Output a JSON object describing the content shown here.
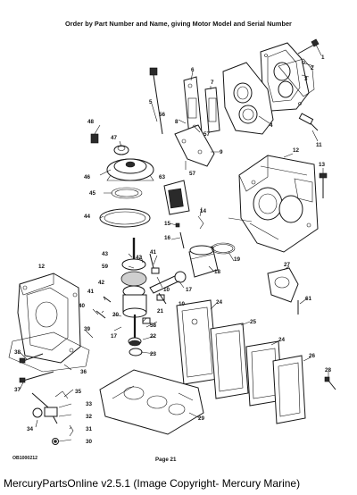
{
  "header": {
    "text": "Order by Part Number and Name, giving Motor Model and Serial Number"
  },
  "document_number": "OB1000212",
  "page_label": "Page 21",
  "footer": {
    "text": "MercuryPartsOnline v2.5.1 (Image Copyright- Mercury Marine)"
  },
  "callouts": [
    {
      "id": "c1",
      "label": "1"
    },
    {
      "id": "c2",
      "label": "2"
    },
    {
      "id": "c3",
      "label": "3"
    },
    {
      "id": "c4",
      "label": "4"
    },
    {
      "id": "c5",
      "label": "5"
    },
    {
      "id": "c6",
      "label": "6"
    },
    {
      "id": "c7",
      "label": "7"
    },
    {
      "id": "c8",
      "label": "8"
    },
    {
      "id": "c9",
      "label": "9"
    },
    {
      "id": "c10a",
      "label": "10"
    },
    {
      "id": "c10b",
      "label": "10"
    },
    {
      "id": "c11",
      "label": "11"
    },
    {
      "id": "c12a",
      "label": "12"
    },
    {
      "id": "c12b",
      "label": "12"
    },
    {
      "id": "c13",
      "label": "13"
    },
    {
      "id": "c14",
      "label": "14"
    },
    {
      "id": "c15",
      "label": "15"
    },
    {
      "id": "c16",
      "label": "16"
    },
    {
      "id": "c17a",
      "label": "17"
    },
    {
      "id": "c17b",
      "label": "17"
    },
    {
      "id": "c18",
      "label": "18"
    },
    {
      "id": "c19",
      "label": "19"
    },
    {
      "id": "c20",
      "label": "20"
    },
    {
      "id": "c21",
      "label": "21"
    },
    {
      "id": "c22",
      "label": "22"
    },
    {
      "id": "c23",
      "label": "23"
    },
    {
      "id": "c24a",
      "label": "24"
    },
    {
      "id": "c24b",
      "label": "24"
    },
    {
      "id": "c25",
      "label": "25"
    },
    {
      "id": "c26",
      "label": "26"
    },
    {
      "id": "c27",
      "label": "27"
    },
    {
      "id": "c28",
      "label": "28"
    },
    {
      "id": "c29",
      "label": "29"
    },
    {
      "id": "c30",
      "label": "30"
    },
    {
      "id": "c31",
      "label": "31"
    },
    {
      "id": "c32",
      "label": "32"
    },
    {
      "id": "c33",
      "label": "33"
    },
    {
      "id": "c34",
      "label": "34"
    },
    {
      "id": "c35",
      "label": "35"
    },
    {
      "id": "c36",
      "label": "36"
    },
    {
      "id": "c37",
      "label": "37"
    },
    {
      "id": "c38",
      "label": "38"
    },
    {
      "id": "c39",
      "label": "39"
    },
    {
      "id": "c40",
      "label": "40"
    },
    {
      "id": "c41a",
      "label": "41"
    },
    {
      "id": "c41b",
      "label": "41"
    },
    {
      "id": "c42a",
      "label": "42"
    },
    {
      "id": "c42b",
      "label": "42"
    },
    {
      "id": "c43",
      "label": "43"
    },
    {
      "id": "c44",
      "label": "44"
    },
    {
      "id": "c45",
      "label": "45"
    },
    {
      "id": "c46",
      "label": "46"
    },
    {
      "id": "c47",
      "label": "47"
    },
    {
      "id": "c48",
      "label": "48"
    },
    {
      "id": "c56",
      "label": "56"
    },
    {
      "id": "c57a",
      "label": "57"
    },
    {
      "id": "c57b",
      "label": "57"
    },
    {
      "id": "c58",
      "label": "58"
    },
    {
      "id": "c59",
      "label": "59"
    },
    {
      "id": "c61",
      "label": "61"
    },
    {
      "id": "c63",
      "label": "63"
    }
  ]
}
